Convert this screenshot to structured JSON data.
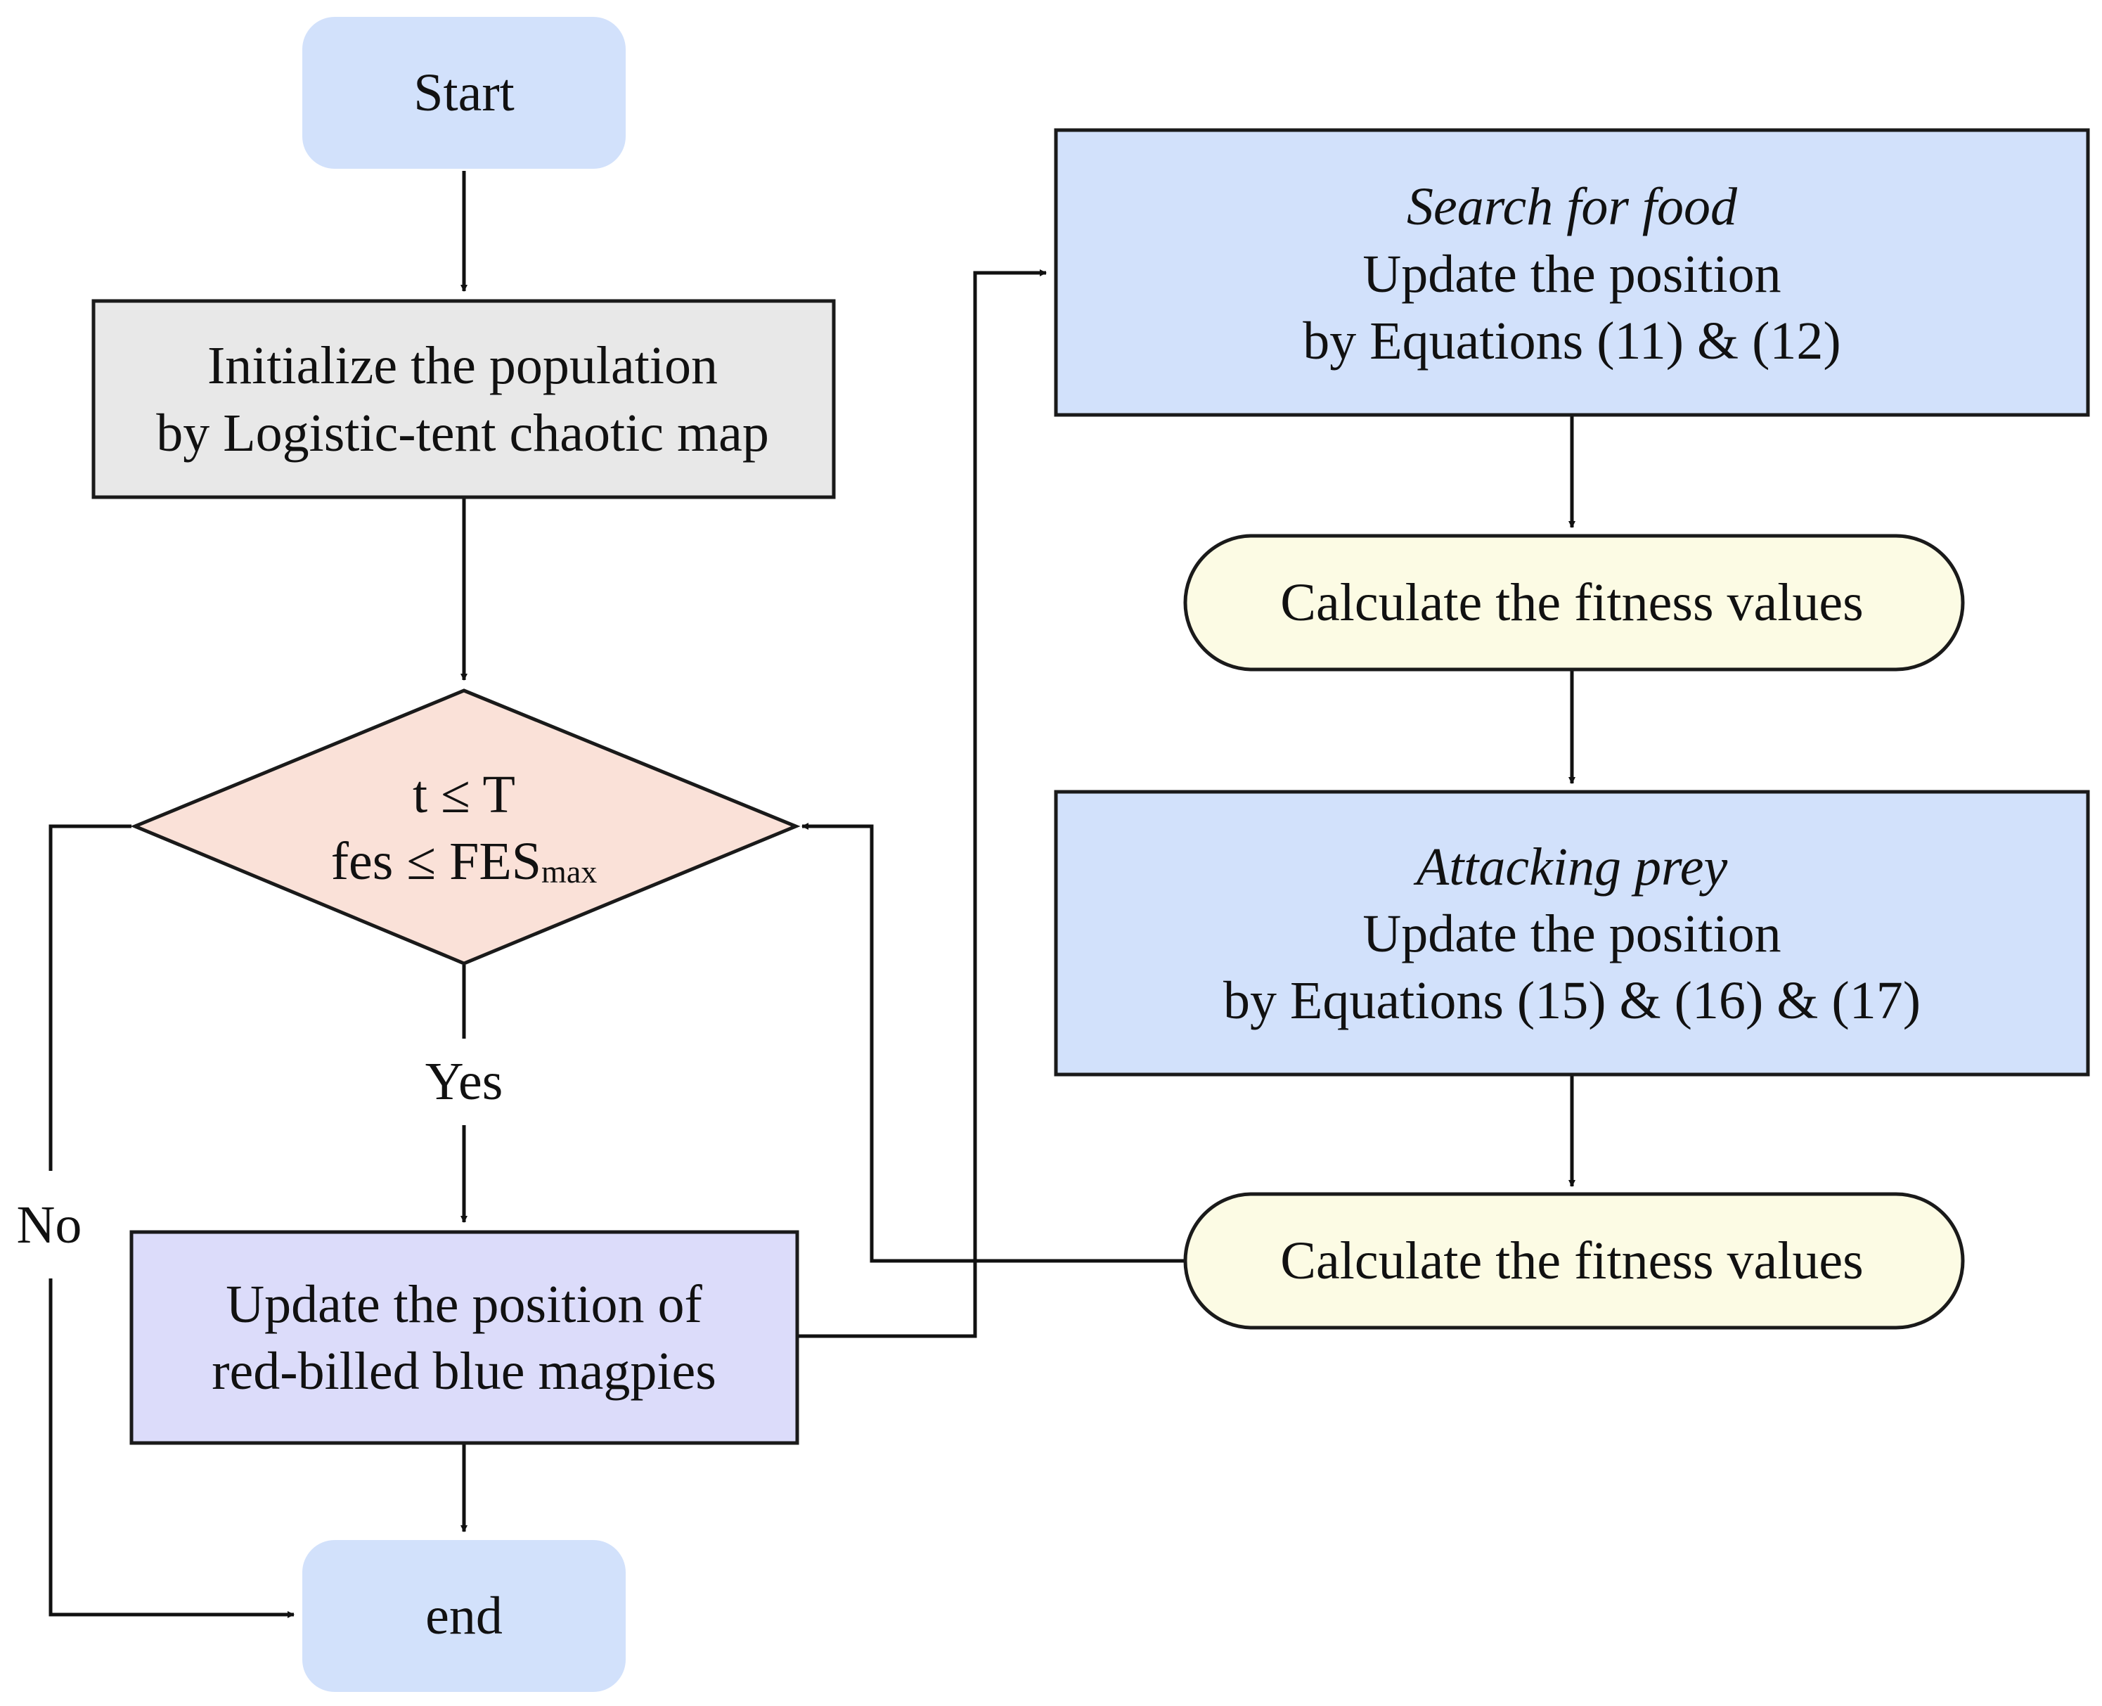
{
  "nodes": {
    "start": {
      "label": "Start",
      "fill": "#d2e1fb"
    },
    "init": {
      "line1": "Initialize the population",
      "line2": "by Logistic-tent chaotic map",
      "fill": "#e8e8e8"
    },
    "decision": {
      "line1": "t ≤ T",
      "line2_main": "fes ≤ FES",
      "line2_sub": "max",
      "fill": "#fae1d8"
    },
    "update": {
      "line1": "Update the position of",
      "line2": "red-billed blue magpies",
      "fill": "#dcdcfa"
    },
    "end": {
      "label": "end",
      "fill": "#d2e1fb"
    },
    "search": {
      "title": "Search for food",
      "line2": "Update the position",
      "line3": "by Equations (11) & (12)",
      "fill": "#d2e1fb"
    },
    "fitness1": {
      "label": "Calculate the fitness values",
      "fill": "#fcfbe4"
    },
    "attack": {
      "title": "Attacking prey",
      "line2": "Update the position",
      "line3": "by Equations (15) & (16) & (17)",
      "fill": "#d2e1fb"
    },
    "fitness2": {
      "label": "Calculate the fitness values",
      "fill": "#fcfbe4"
    }
  },
  "edge_labels": {
    "yes": "Yes",
    "no": "No"
  },
  "colors": {
    "stroke": "#111111",
    "text": "#111111"
  }
}
